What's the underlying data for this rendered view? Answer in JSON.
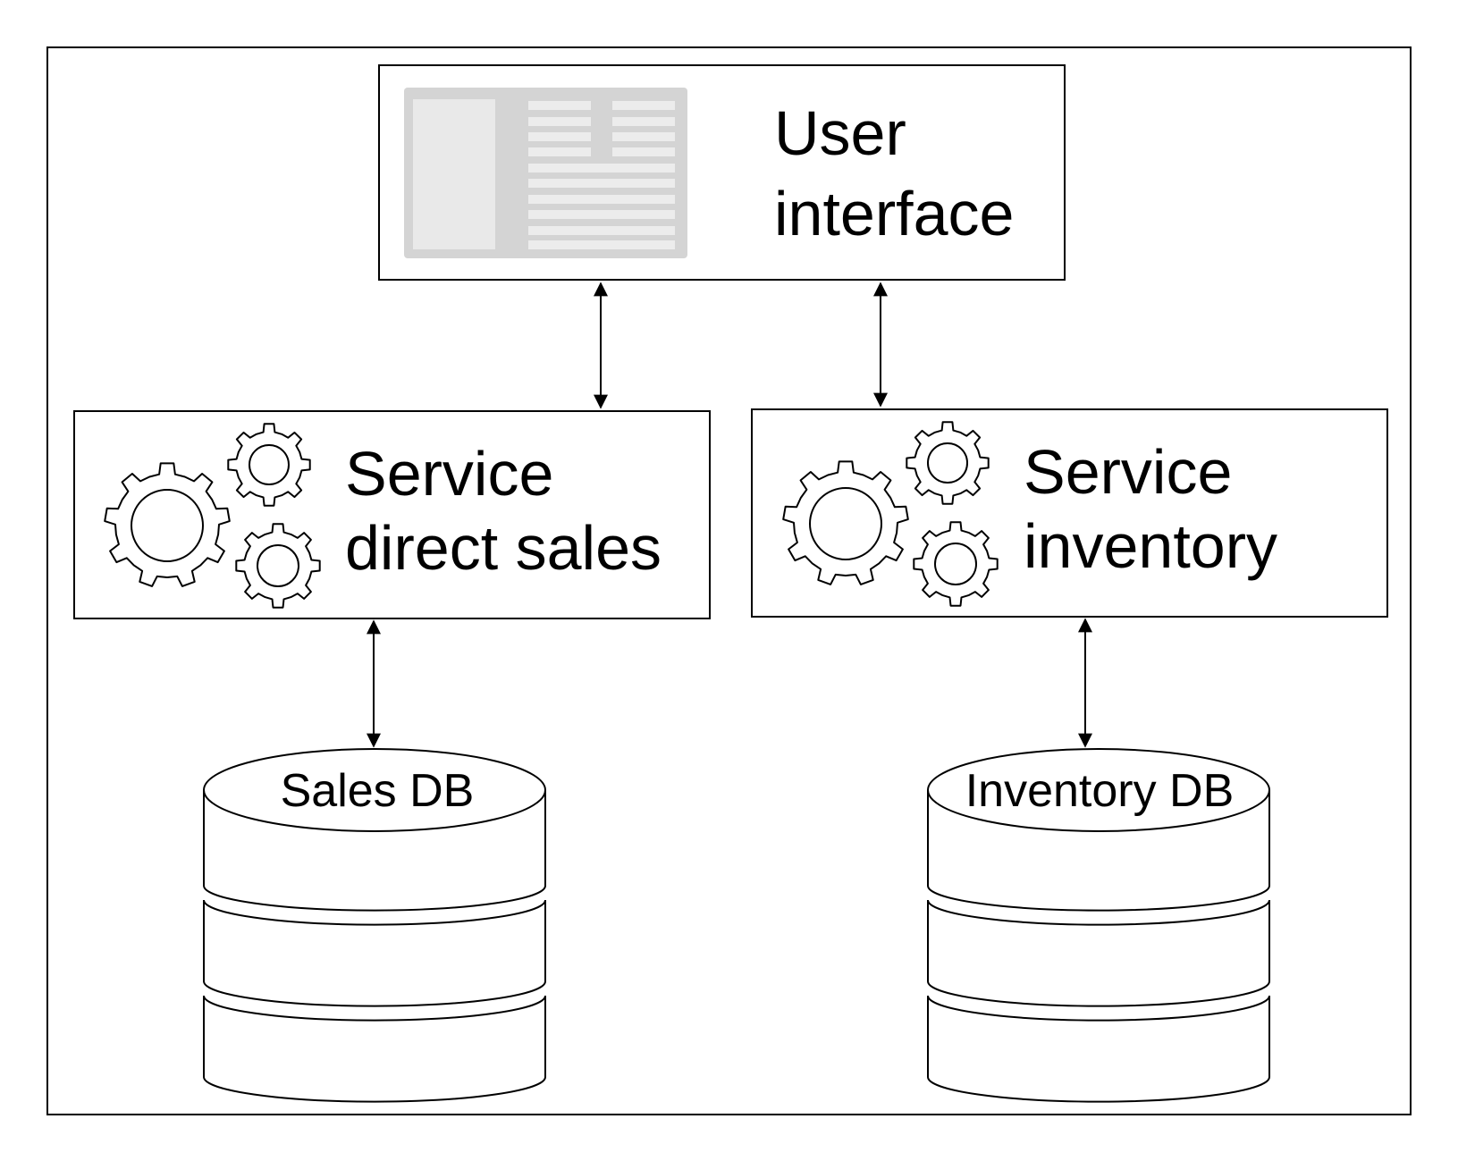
{
  "ui": {
    "line1": "User",
    "line2": "interface"
  },
  "services": [
    {
      "line1": "Service",
      "line2": "direct sales"
    },
    {
      "line1": "Service",
      "line2": "inventory"
    }
  ],
  "databases": [
    {
      "label": "Sales DB"
    },
    {
      "label": "Inventory DB"
    }
  ],
  "icons": {
    "ui": "ui-window-icon",
    "service": "gears-icon",
    "database": "database-cylinder-icon"
  },
  "colors": {
    "stroke": "#000000",
    "panel_gray": "#d4d4d4",
    "panel_light": "#e9e9e9"
  }
}
